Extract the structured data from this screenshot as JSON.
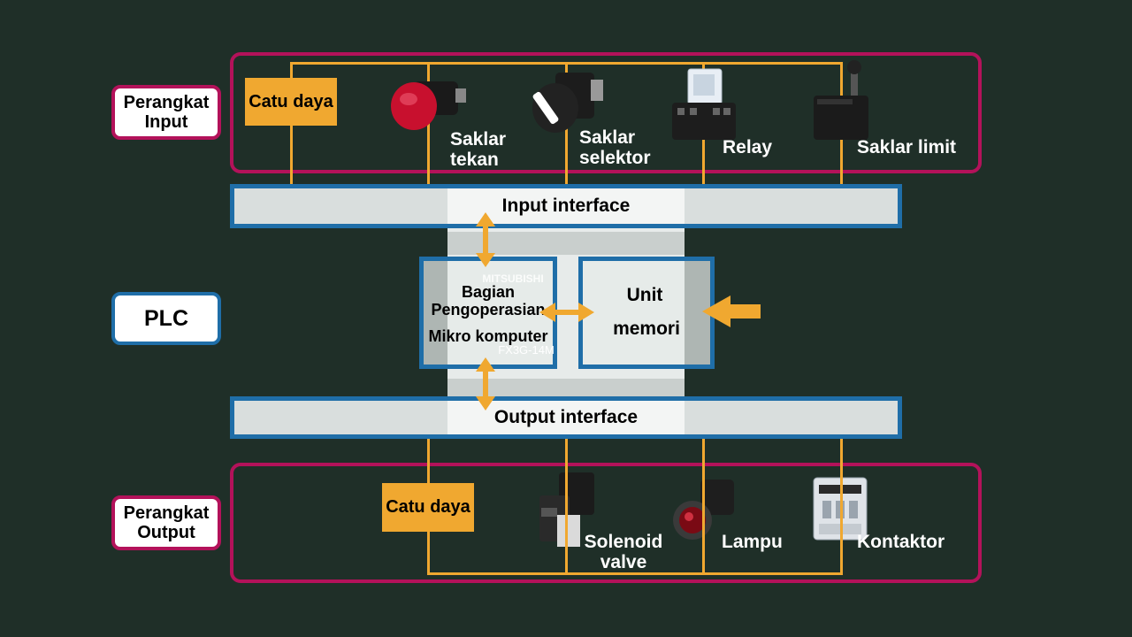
{
  "labels": {
    "input_group": "Perangkat Input",
    "plc": "PLC",
    "output_group": "Perangkat Output"
  },
  "input_devices": {
    "power": "Catu daya",
    "push_switch": "Saklar tekan",
    "selector_switch": "Saklar selektor",
    "relay": "Relay",
    "limit_switch": "Saklar limit"
  },
  "interfaces": {
    "input": "Input interface",
    "output": "Output interface"
  },
  "plc": {
    "brand": "MITSUBISHI",
    "model": "FX3G-14M",
    "cpu_line1": "Bagian",
    "cpu_line2": "Pengoperasian",
    "cpu_line3": "Mikro komputer",
    "memory_line1": "Unit",
    "memory_line2": "memori"
  },
  "output_devices": {
    "power": "Catu daya",
    "solenoid": "Solenoid valve",
    "lamp": "Lampu",
    "contactor": "Kontaktor"
  },
  "colors": {
    "background": "#1f2f28",
    "group_border": "#b3125a",
    "interface_border": "#1f6ea8",
    "wire": "#f0a830"
  }
}
